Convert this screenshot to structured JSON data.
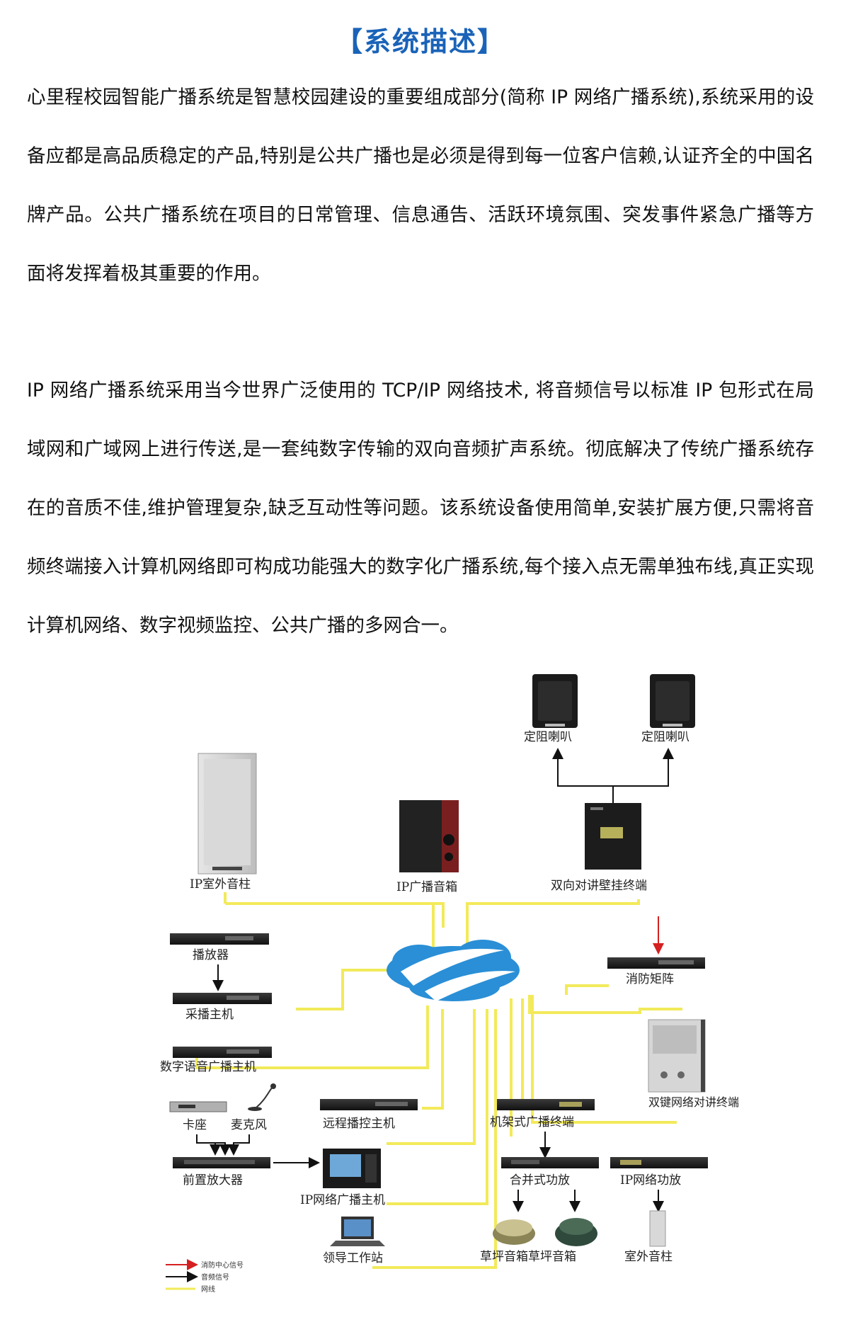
{
  "title": "【系统描述】",
  "paragraphs": [
    "心里程校园智能广播系统是智慧校园建设的重要组成部分(简称 IP 网络广播系统),系统采用的设备应都是高品质稳定的产品,特别是公共广播也是必须是得到每一位客户信赖,认证齐全的中国名牌产品。公共广播系统在项目的日常管理、信息通告、活跃环境氛围、突发事件紧急广播等方面将发挥着极其重要的作用。",
    "IP 网络广播系统采用当今世界广泛使用的 TCP/IP 网络技术, 将音频信号以标准 IP 包形式在局域网和广域网上进行传送,是一套纯数字传输的双向音频扩声系统。彻底解决了传统广播系统存在的音质不佳,维护管理复杂,缺乏互动性等问题。该系统设备使用简单,安装扩展方便,只需将音频终端接入计算机网络即可构成功能强大的数字化广播系统,每个接入点无需单独布线,真正实现计算机网络、数字视频监控、公共广播的多网合一。"
  ],
  "diagram": {
    "labels": {
      "speaker_left": "定阻喇叭",
      "speaker_right": "定阻喇叭",
      "outdoor_column": "IP室外音柱",
      "ip_speaker_box": "IP广播音箱",
      "intercom_wall": "双向对讲壁挂终端",
      "player": "播放器",
      "fire_matrix": "消防矩阵",
      "capture_host": "采播主机",
      "digital_voice_host": "数字语音广播主机",
      "cassette": "卡座",
      "microphone": "麦克风",
      "remote_host": "远程播控主机",
      "rack_terminal": "机架式广播终端",
      "dual_key_intercom": "双键网络对讲终端",
      "preamp": "前置放大器",
      "ip_main_host": "IP网络广播主机",
      "mixer_amp": "合并式功放",
      "ip_amp": "IP网络功放",
      "workstation": "领导工作站",
      "lawn_speakers": "草坪音箱草坪音箱",
      "outdoor_column_small": "室外音柱"
    },
    "legend": [
      {
        "label": "消防中心信号",
        "color": "#d42020"
      },
      {
        "label": "音频信号",
        "color": "#111111"
      },
      {
        "label": "网线",
        "color": "#f2ea5a"
      }
    ],
    "colors": {
      "network": "#f2ea5a",
      "audio": "#111111",
      "fire": "#d42020",
      "cloud": "#2a8fd6"
    }
  }
}
